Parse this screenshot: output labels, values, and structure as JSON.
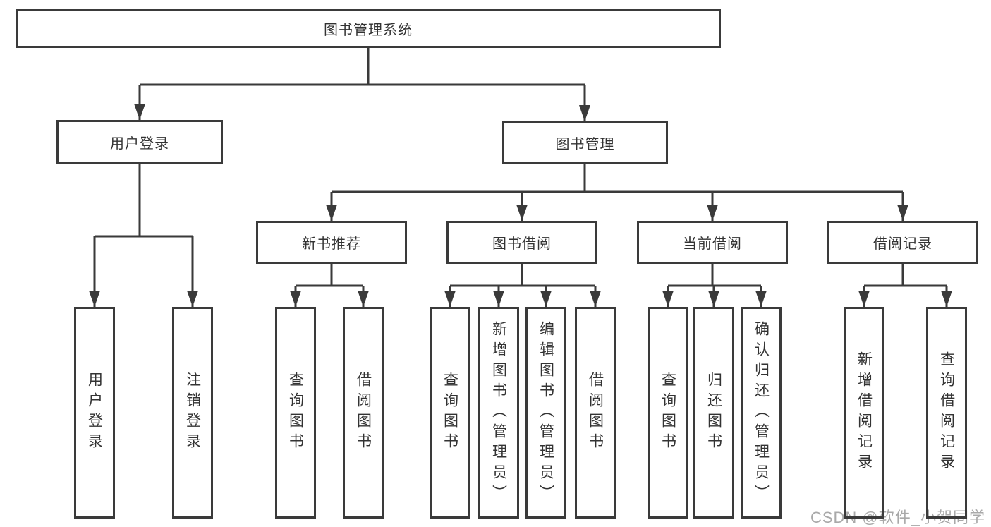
{
  "diagram": {
    "root": {
      "label": "图书管理系统"
    },
    "level2": [
      {
        "label": "用户登录"
      },
      {
        "label": "图书管理"
      }
    ],
    "level3": [
      {
        "label": "新书推荐"
      },
      {
        "label": "图书借阅"
      },
      {
        "label": "当前借阅"
      },
      {
        "label": "借阅记录"
      }
    ],
    "leaves": {
      "user_login": [
        {
          "label": "用户登录"
        },
        {
          "label": "注销登录"
        }
      ],
      "new_book": [
        {
          "label": "查询图书"
        },
        {
          "label": "借阅图书"
        }
      ],
      "book_borrow": [
        {
          "label": "查询图书"
        },
        {
          "label": "新增图书（管理员）"
        },
        {
          "label": "编辑图书（管理员）"
        },
        {
          "label": "借阅图书"
        }
      ],
      "current_borrow": [
        {
          "label": "查询图书"
        },
        {
          "label": "归还图书"
        },
        {
          "label": "确认归还（管理员）"
        }
      ],
      "borrow_record": [
        {
          "label": "新增借阅记录"
        },
        {
          "label": "查询借阅记录"
        }
      ]
    }
  },
  "watermark": {
    "text": "CSDN @软件_小贺同学"
  },
  "colors": {
    "line": "#3a3a3a",
    "text": "#333333",
    "watermark": "#a9a9a9",
    "background": "#ffffff"
  }
}
